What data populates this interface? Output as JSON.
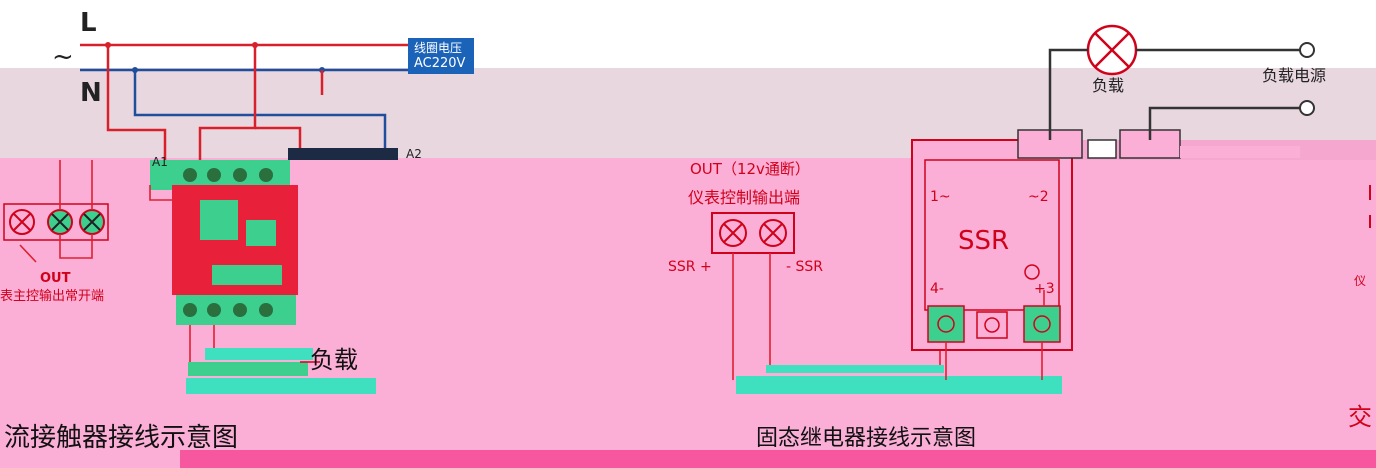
{
  "colors": {
    "pink_bg": "#fbaed6",
    "mauve_bg": "#e9d7df",
    "magenta_band": "#f6579f",
    "contactor_red": "#e8203a",
    "contactor_green": "#3ccf8e",
    "cyan_bar": "#3ee0c0",
    "wire_red": "#d8202a",
    "wire_blue": "#1f4f9c",
    "label_blue": "#1b63b8"
  },
  "supply": {
    "phase_label": "L",
    "neutral_label": "N",
    "ac_symbol": "~",
    "coil_voltage_label": "线圈电压",
    "coil_voltage_value": "AC220V",
    "terminal_a2": "A2",
    "terminal_a1": "A1"
  },
  "contactor": {
    "out_label": "OUT",
    "out_desc": "表主控输出常开端",
    "load_label": "负载",
    "caption": "流接触器接线示意图"
  },
  "ssr_section": {
    "out_label": "OUT（12v通断）",
    "out_desc": "仪表控制输出端",
    "ssr_plus": "SSR +",
    "ssr_minus": "- SSR",
    "module_name": "SSR",
    "pin1": "1~",
    "pin2": "~2",
    "pin3": "+3",
    "pin4": "4-",
    "load_label": "负载",
    "load_power_label": "负载电源",
    "caption": "固态继电器接线示意图"
  },
  "right_edge": {
    "partial_label": "仪",
    "partial_caption": "交"
  }
}
